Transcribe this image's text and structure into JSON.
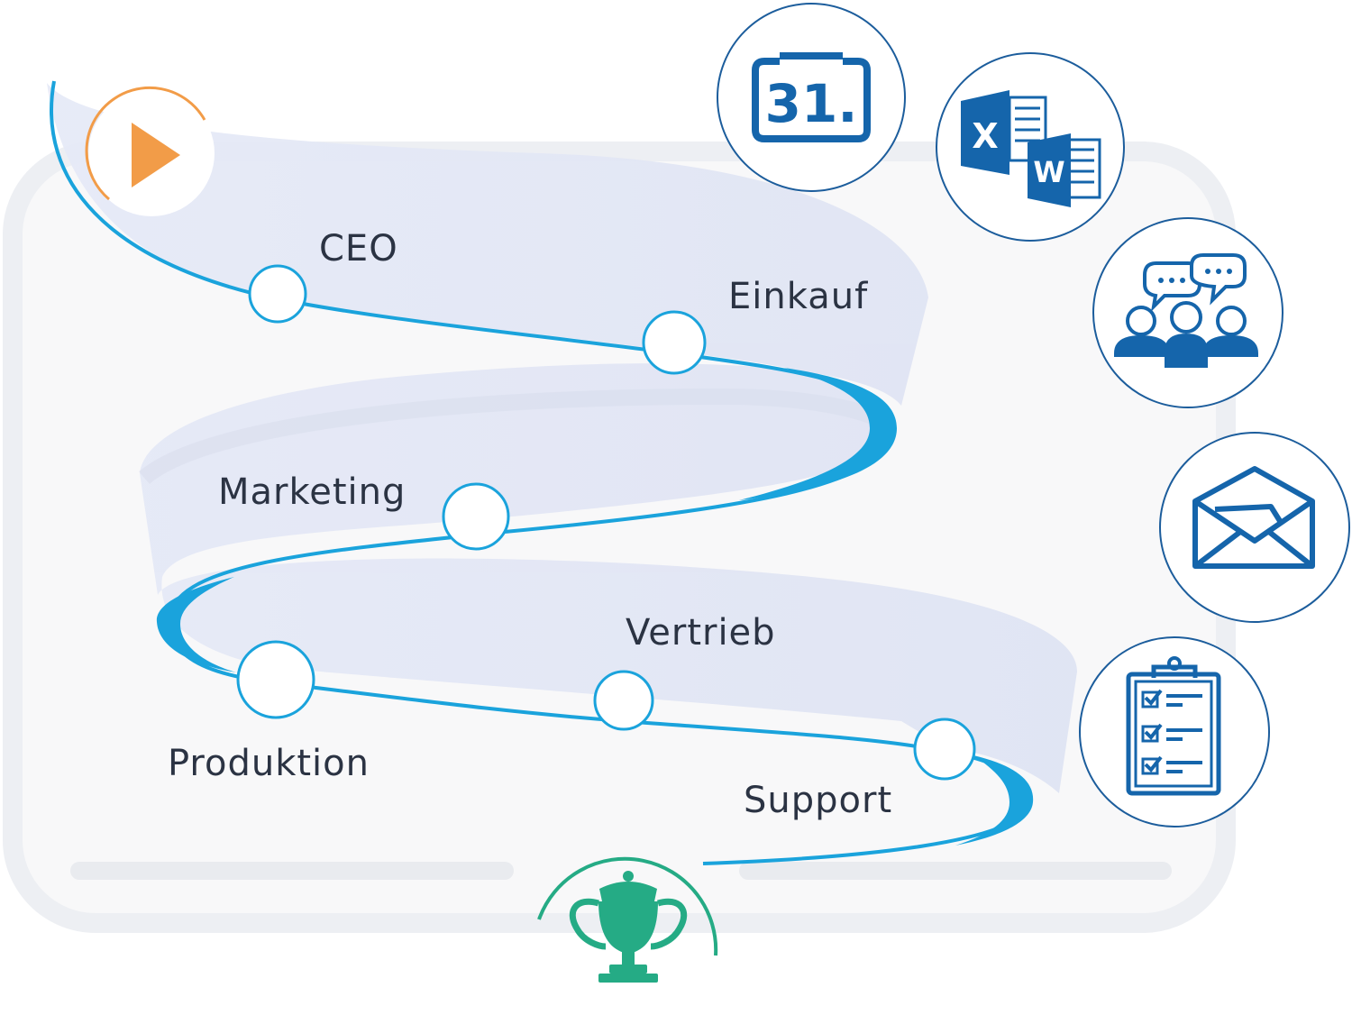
{
  "stages": [
    {
      "id": "ceo",
      "label": "CEO"
    },
    {
      "id": "einkauf",
      "label": "Einkauf"
    },
    {
      "id": "marketing",
      "label": "Marketing"
    },
    {
      "id": "produktion",
      "label": "Produktion"
    },
    {
      "id": "vertrieb",
      "label": "Vertrieb"
    },
    {
      "id": "support",
      "label": "Support"
    }
  ],
  "tool_icons": [
    {
      "id": "calendar",
      "icon": "calendar-icon",
      "text": "31."
    },
    {
      "id": "office",
      "icon": "excel-word-icon",
      "excel_letter": "X",
      "word_letter": "W"
    },
    {
      "id": "team",
      "icon": "team-chat-icon"
    },
    {
      "id": "mail",
      "icon": "envelope-icon"
    },
    {
      "id": "checklist",
      "icon": "clipboard-checklist-icon"
    }
  ],
  "start_icon": "play-icon",
  "finish_icon": "trophy-icon",
  "colors": {
    "path": "#1aa3dc",
    "ribbon": "#e3e8f6",
    "icon_blue": "#1565ab",
    "circle_border": "#1c5d9c",
    "start_accent": "#f29c48",
    "finish_accent": "#25ab85",
    "label_text": "#2b3343",
    "frame": "#edeff3"
  }
}
